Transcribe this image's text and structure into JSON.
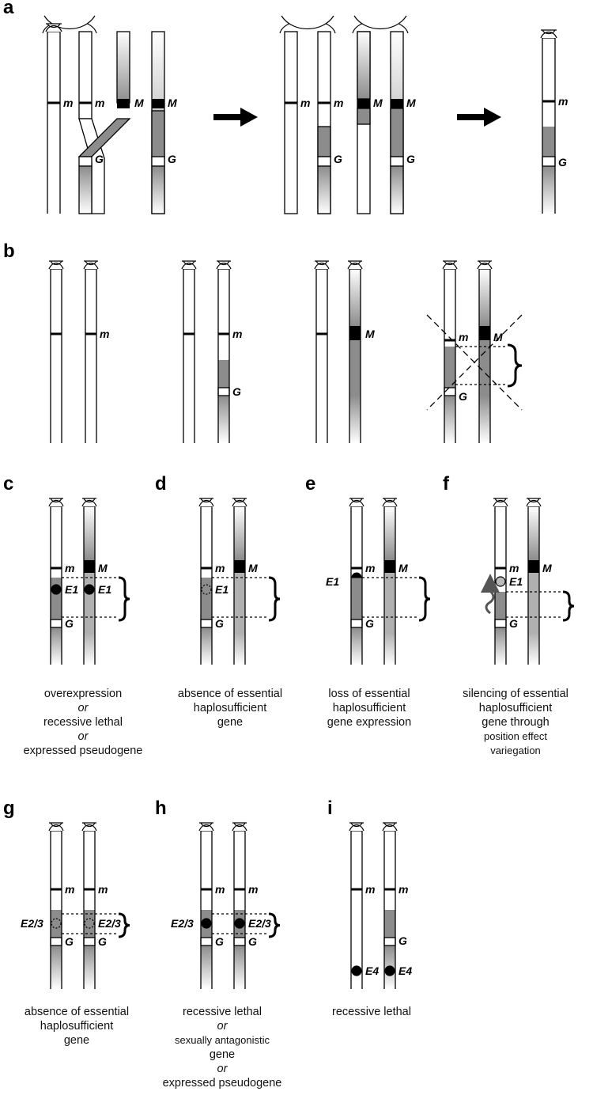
{
  "panels": {
    "a": "a",
    "b": "b",
    "c": "c",
    "d": "d",
    "e": "e",
    "f": "f",
    "g": "g",
    "h": "h",
    "i": "i"
  },
  "genes": {
    "m": "m",
    "M": "M",
    "G": "G",
    "E1": "E1",
    "E23": "E2/3",
    "E4": "E4"
  },
  "captions": {
    "c": [
      "overexpression",
      "or",
      "recessive lethal",
      "or",
      "expressed pseudogene"
    ],
    "d": [
      "absence of essential",
      "haplosufficient",
      "gene"
    ],
    "e": [
      "loss of essential",
      "haplosufficient",
      "gene expression"
    ],
    "f": [
      "silencing of essential",
      "haplosufficient",
      "gene through",
      "position effect",
      "variegation"
    ],
    "g": [
      "absence of essential",
      "haplosufficient",
      "gene"
    ],
    "h": [
      "recessive lethal",
      "or",
      "sexually antagonistic",
      "gene",
      "or",
      "expressed pseudogene"
    ],
    "i": [
      "recessive lethal"
    ]
  },
  "colors": {
    "ink": "#000000",
    "shade": "#8c8c8c",
    "fade": "#ffffff"
  }
}
